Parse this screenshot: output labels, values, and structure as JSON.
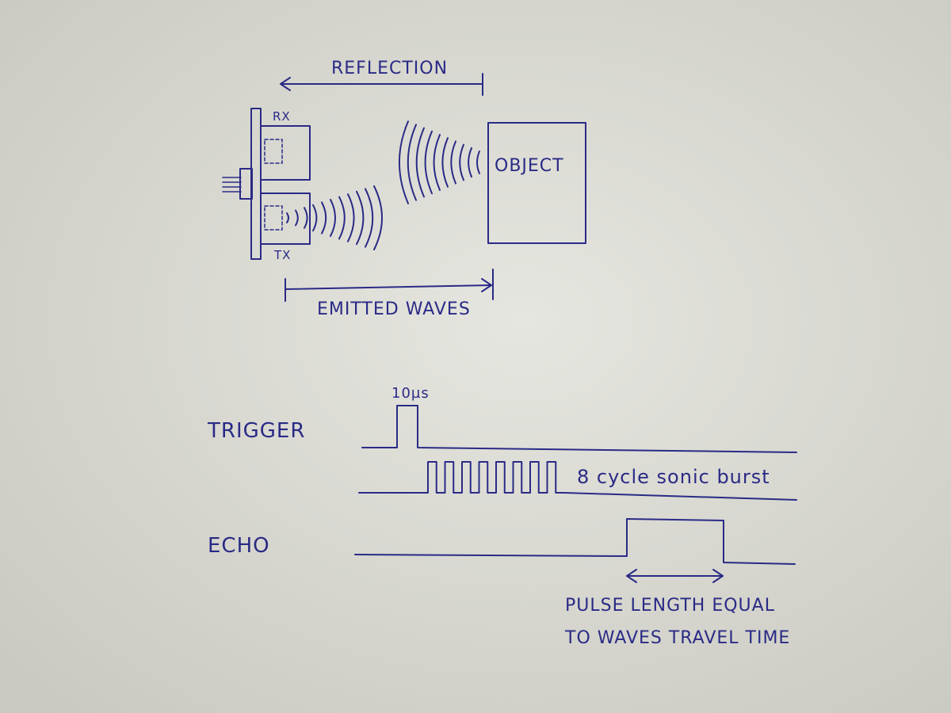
{
  "colors": {
    "paper": "#d9d9d1",
    "ink": "#2a2a86"
  },
  "sensor": {
    "rx_label": "RX",
    "tx_label": "TX"
  },
  "object": {
    "label": "OBJECT"
  },
  "arrows": {
    "reflection_label": "REFLECTION",
    "emitted_label": "EMITTED WAVES"
  },
  "timing": {
    "trigger_label": "TRIGGER",
    "trigger_pulse_label": "10µs",
    "burst_label": "8 cycle sonic burst",
    "burst_cycles": 8,
    "echo_label": "ECHO",
    "pulse_note_line1": "PULSE LENGTH EQUAL",
    "pulse_note_line2": "TO WAVES TRAVEL TIME"
  }
}
